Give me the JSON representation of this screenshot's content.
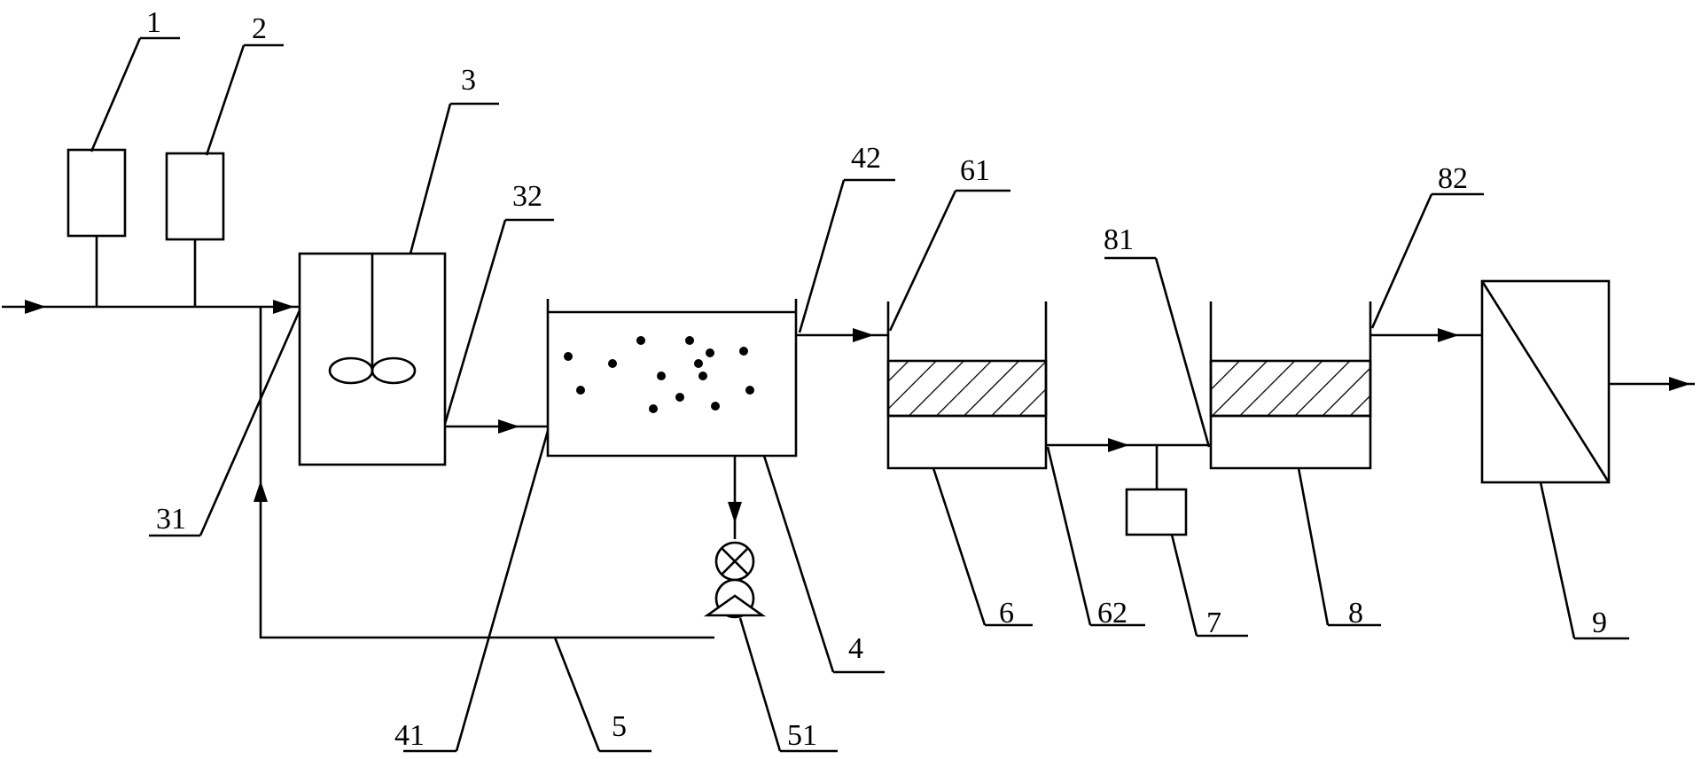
{
  "labels": {
    "l1": "1",
    "l2": "2",
    "l3": "3",
    "l4": "4",
    "l5": "5",
    "l6": "6",
    "l7": "7",
    "l8": "8",
    "l9": "9",
    "l31": "31",
    "l32": "32",
    "l41": "41",
    "l42": "42",
    "l51": "51",
    "l61": "61",
    "l62": "62",
    "l81": "81",
    "l82": "82"
  }
}
